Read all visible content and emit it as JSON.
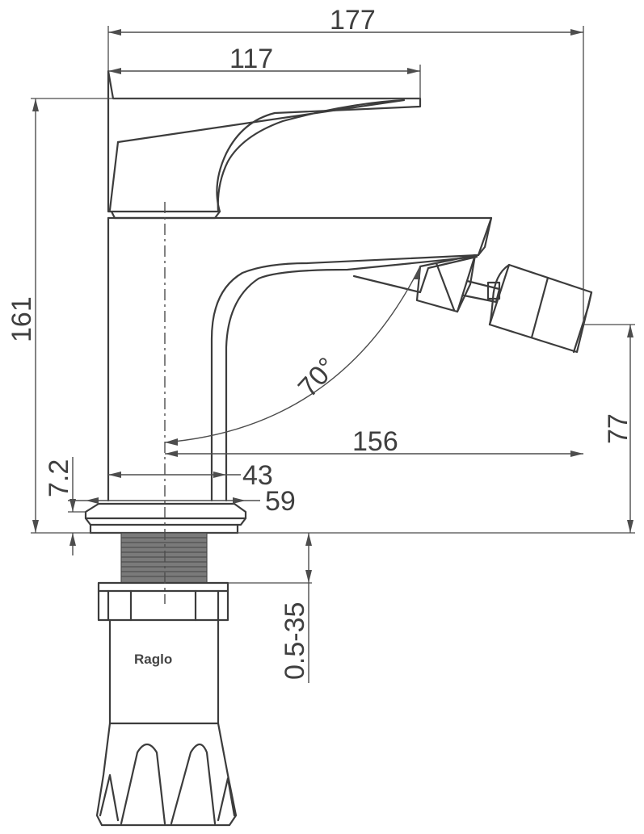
{
  "dimensions": {
    "overall_width": "177",
    "handle_length": "117",
    "spout_reach": "156",
    "total_height": "161",
    "outlet_height": "77",
    "body_diameter": "43",
    "base_diameter": "59",
    "base_height": "7.2",
    "mount_range": "0.5-35",
    "spray_angle": "70°"
  },
  "brand": "Raglo"
}
